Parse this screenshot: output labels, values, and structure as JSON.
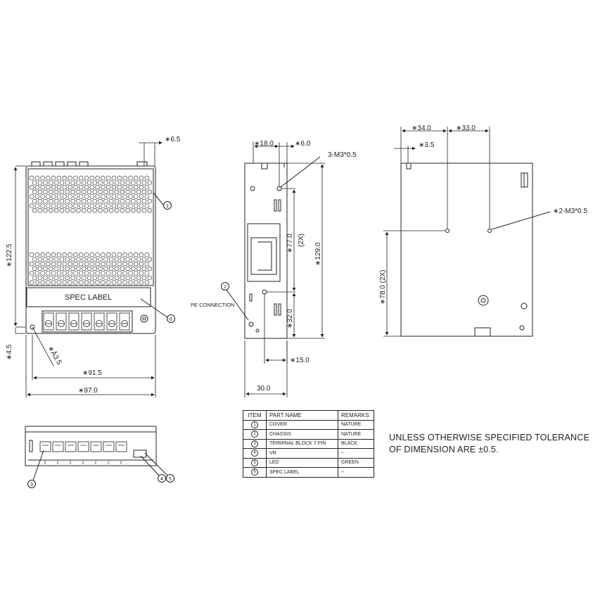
{
  "front_view": {
    "dim_top": "∗6.5",
    "dim_height": "∗122.5",
    "dim_bottom_offset": "∗4.5",
    "dim_hole": "∗Ä3.5",
    "dim_width_inner": "∗91.5",
    "dim_width": "∗97.0",
    "spec_label": "SPEC LABEL",
    "callout_1": "1",
    "callout_6": "6"
  },
  "side_view": {
    "dim_18": "∗18.0",
    "dim_6": "∗6.0",
    "screw": "3-M3*0.5",
    "dim_77": "∗77.0",
    "dim_2x": "(2X)",
    "dim_129": "∗129.0",
    "dim_32": "∗32.0",
    "dim_15": "∗15.0",
    "dim_30": "30.0",
    "pe_label": "PE CONNECTION",
    "callout_2": "2"
  },
  "right_view": {
    "dim_34": "∗34.0",
    "dim_33": "∗33.0",
    "dim_3_5": "∗3.5",
    "screw": "∗2-M3*0.5",
    "dim_78": "∗78.0 (2X)"
  },
  "bottom_view": {
    "callout_3": "3",
    "callout_4": "4",
    "callout_5": "5"
  },
  "parts_table": {
    "headers": [
      "ITEM",
      "PART NAME",
      "REMARKS"
    ],
    "rows": [
      {
        "item": "1",
        "name": "COVER",
        "remarks": "NATURE"
      },
      {
        "item": "2",
        "name": "CHASSIS",
        "remarks": "NATURE"
      },
      {
        "item": "3",
        "name": "TERMINAL BLOCK 7 PIN",
        "remarks": "BLACK"
      },
      {
        "item": "4",
        "name": "VR",
        "remarks": "--"
      },
      {
        "item": "5",
        "name": "LED",
        "remarks": "GREEN"
      },
      {
        "item": "6",
        "name": "SPEC LABEL",
        "remarks": "--"
      }
    ]
  },
  "note": {
    "line1": "UNLESS OTHERWISE SPECIFIED TOLERANCE",
    "line2": "OF DIMENSION ARE ±0.5."
  }
}
